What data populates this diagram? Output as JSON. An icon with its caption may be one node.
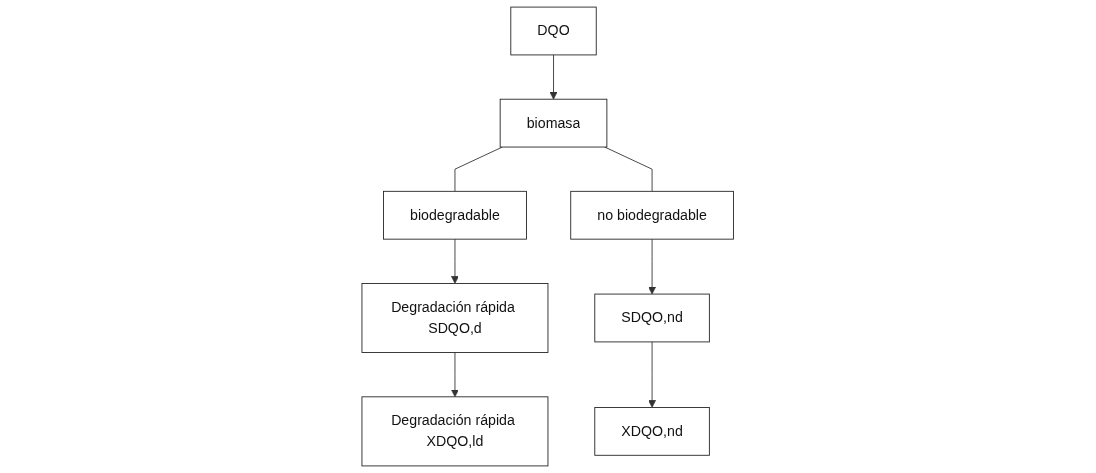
{
  "diagram": {
    "nodes": [
      {
        "text": [
          "DQO"
        ]
      },
      {
        "text": [
          "biodegradable"
        ]
      },
      {
        "text": [
          "biomasa"
        ]
      },
      {
        "text": [
          "no biodegradable"
        ]
      },
      {
        "text": [
          "Degradación rápida SDQO,d"
        ]
      },
      {
        "text": [
          "SDQO,nd"
        ]
      },
      {
        "text": [
          "Degradación rápida XDQO,ld"
        ]
      },
      {
        "text": [
          "XDQO,nd"
        ]
      }
    ],
    "edges": [
      {
        "from": 0,
        "to": 2,
        "arrow": "to"
      },
      {
        "from": 2,
        "to": 1,
        "arrow": "none"
      },
      {
        "from": 2,
        "to": 3,
        "arrow": "none"
      },
      {
        "from": 1,
        "to": 4,
        "arrow": "to"
      },
      {
        "from": 4,
        "to": 6,
        "arrow": "to"
      },
      {
        "from": 3,
        "to": 5,
        "arrow": "to"
      },
      {
        "from": 5,
        "to": 7,
        "arrow": "to"
      }
    ]
  }
}
